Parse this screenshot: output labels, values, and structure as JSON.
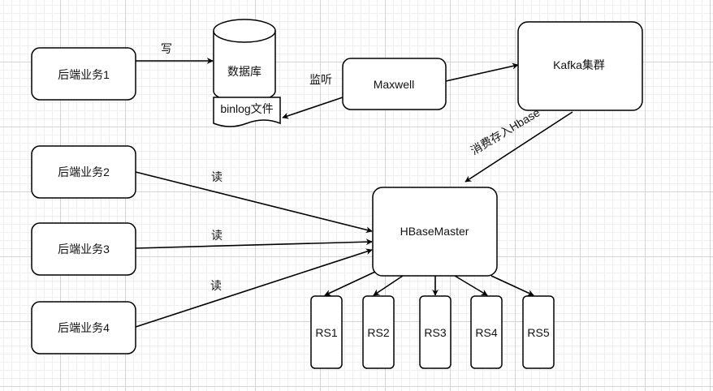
{
  "nodes": {
    "backend1": "后端业务1",
    "backend2": "后端业务2",
    "backend3": "后端业务3",
    "backend4": "后端业务4",
    "database": "数据库",
    "binlog": "binlog文件",
    "maxwell": "Maxwell",
    "kafka": "Kafka集群",
    "hbase_master": "HBaseMaster",
    "rs": [
      "RS1",
      "RS2",
      "RS3",
      "RS4",
      "RS5"
    ]
  },
  "edges": {
    "write": "写",
    "listen": "监听",
    "consume": "消费存入Hbase",
    "read2": "读",
    "read3": "读",
    "read4": "读"
  },
  "colors": {
    "stroke": "#000000",
    "fill": "#ffffff",
    "grid": "#d4d4d4"
  }
}
